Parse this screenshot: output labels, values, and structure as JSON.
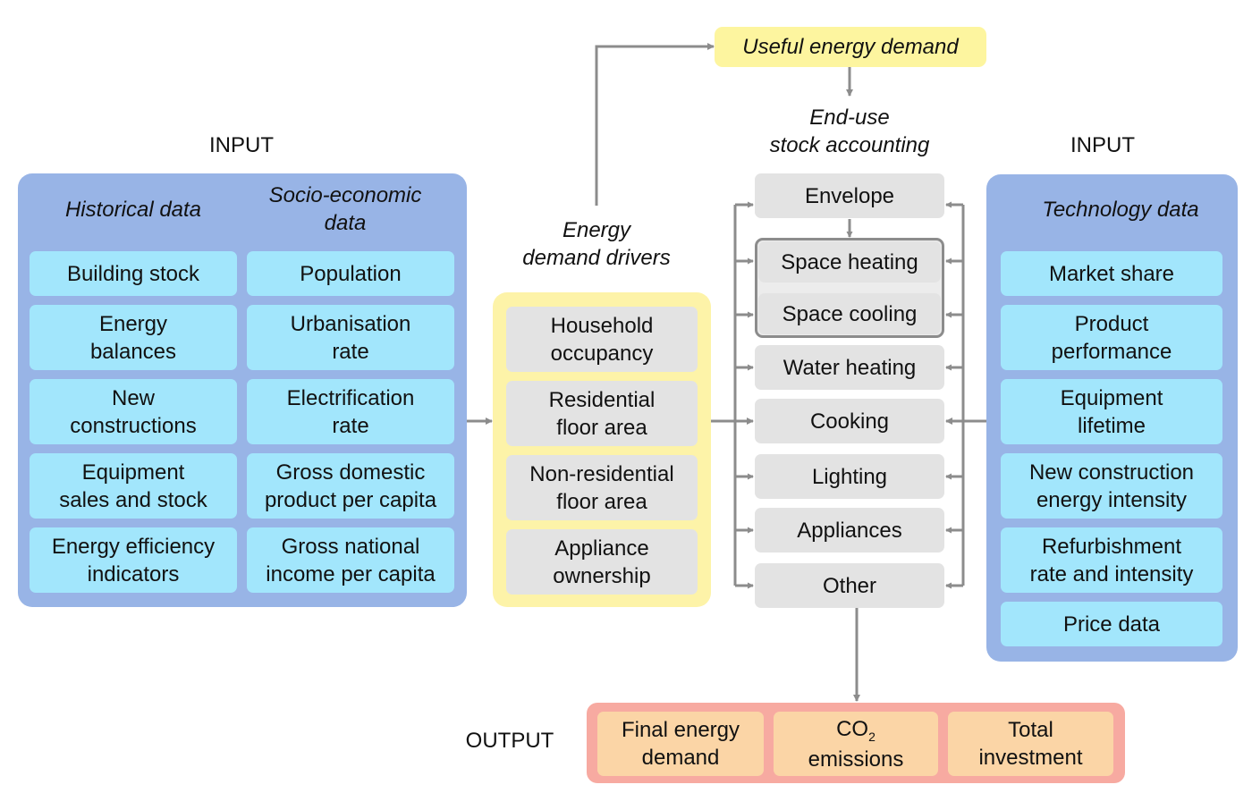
{
  "input_left": {
    "title": "INPUT",
    "historical_heading": "Historical data",
    "socio_heading": "Socio-economic\ndata",
    "historical_items": [
      "Building stock",
      "Energy\nbalances",
      "New\nconstructions",
      "Equipment\nsales and stock",
      "Energy efficiency\nindicators"
    ],
    "socio_items": [
      "Population",
      "Urbanisation\nrate",
      "Electrification\nrate",
      "Gross domestic\nproduct per capita",
      "Gross national\nincome per capita"
    ]
  },
  "drivers": {
    "heading": "Energy\ndemand drivers",
    "items": [
      "Household\noccupancy",
      "Residential\nfloor area",
      "Non-residential\nfloor area",
      "Appliance\nownership"
    ]
  },
  "useful_energy": {
    "label": "Useful energy demand"
  },
  "end_use": {
    "heading": "End-use\nstock accounting",
    "items": [
      "Envelope",
      "Space heating",
      "Space cooling",
      "Water heating",
      "Cooking",
      "Lighting",
      "Appliances",
      "Other"
    ]
  },
  "input_right": {
    "title": "INPUT",
    "heading": "Technology data",
    "items": [
      "Market share",
      "Product\nperformance",
      "Equipment\nlifetime",
      "New construction\nenergy intensity",
      "Refurbishment\nrate and intensity",
      "Price data"
    ]
  },
  "output": {
    "title": "OUTPUT",
    "final_energy": "Final energy\ndemand",
    "co2_main": "CO",
    "co2_sub": "2",
    "co2_rest": "emissions",
    "investment": "Total\ninvestment"
  },
  "colors": {
    "input_panel": "#98b4e6",
    "input_item": "#a2e6fc",
    "drivers_panel": "#fdf3a8",
    "end_use_item": "#e3e3e3",
    "output_panel": "#f7aaa1",
    "output_item": "#fbd5a6",
    "arrow": "#8c8c8c"
  }
}
